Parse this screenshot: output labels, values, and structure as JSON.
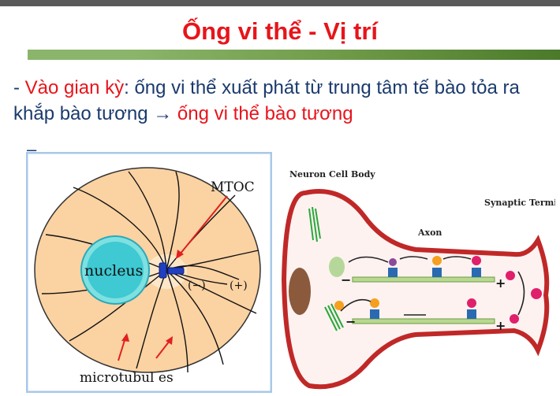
{
  "slide": {
    "title": "Ống vi thể -  Vị  trí",
    "bullet": {
      "prefix": "- ",
      "term": "Vào gian kỳ",
      "colon": ": ",
      "text": "ống vi thể xuất phát từ trung tâm tế bào tỏa ra khắp bào tương ",
      "arrow": "→",
      "result": " ống vi thể bào tương"
    },
    "stray_dash": "–"
  },
  "figure_left": {
    "mtoc_label": "MTOC",
    "nucleus_label": "nucleus",
    "minus_label": "(−)",
    "plus_label": "(+)",
    "microtubules_label": "microtubul es"
  },
  "figure_right": {
    "cell_body_label": "Neuron Cell Body",
    "terminal_label": "Synaptic Terminal",
    "axon_label": "Axon",
    "minus1": "−",
    "plus1": "+",
    "minus2": "−",
    "plus2": "+"
  },
  "colors": {
    "title": "#e8141b",
    "text": "#1a3a6e",
    "rule": "#6e9a48"
  }
}
